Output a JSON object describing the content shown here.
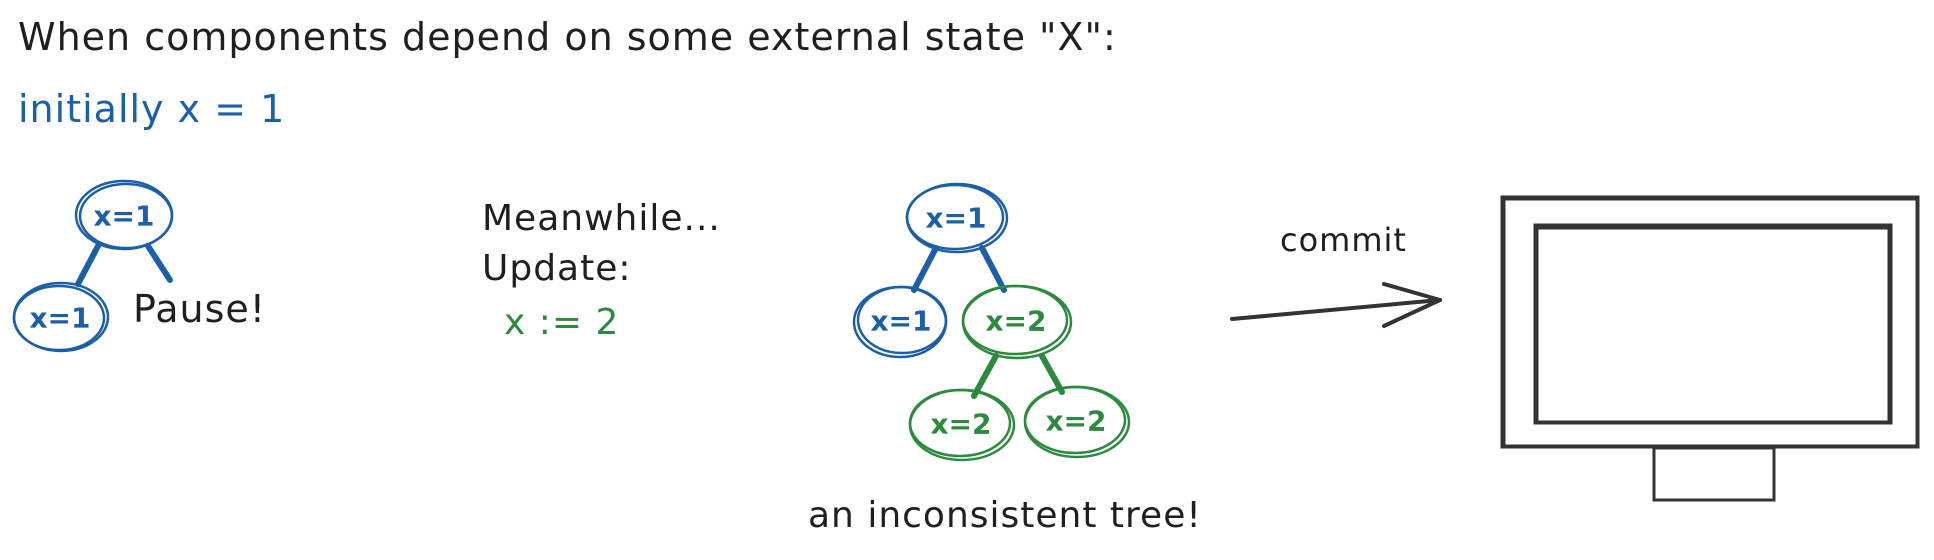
{
  "heading": "When components depend on some external state \"X\":",
  "initial_state": "initially x = 1",
  "left_tree": {
    "root": "x=1",
    "child": "x=1",
    "pause": "Pause!"
  },
  "update_note": {
    "line1": "Meanwhile...",
    "line2": "Update:",
    "line3": "x := 2"
  },
  "middle_tree": {
    "root": "x=1",
    "left_child": "x=1",
    "right_child": "x=2",
    "grandchild_left": "x=2",
    "grandchild_right": "x=2"
  },
  "caption": "an inconsistent tree!",
  "commit_label": "commit",
  "colors": {
    "text": "#1f1f1f",
    "old_state": "#1b5fa8",
    "new_state": "#2b8a3e",
    "outline": "#333333"
  }
}
